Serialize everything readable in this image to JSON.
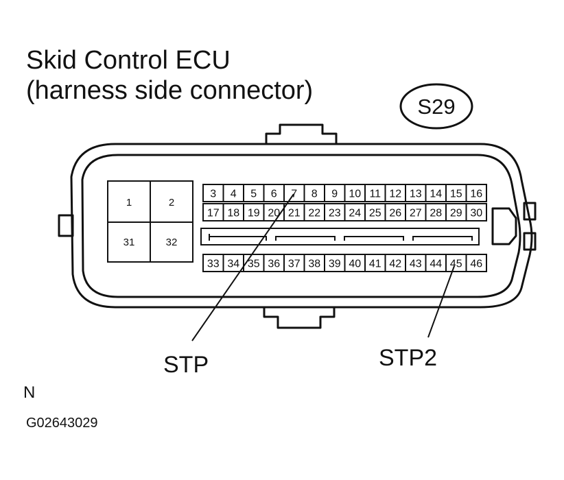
{
  "title": {
    "line1": "Skid Control ECU",
    "line2": "(harness side connector)"
  },
  "connector_code": "S29",
  "large_pins": [
    "1",
    "2",
    "31",
    "32"
  ],
  "pin_row_top": [
    "3",
    "4",
    "5",
    "6",
    "7",
    "8",
    "9",
    "10",
    "11",
    "12",
    "13",
    "14",
    "15",
    "16"
  ],
  "pin_row_middle": [
    "17",
    "18",
    "19",
    "20",
    "21",
    "22",
    "23",
    "24",
    "25",
    "26",
    "27",
    "28",
    "29",
    "30"
  ],
  "pin_row_bottom": [
    "33",
    "34",
    "35",
    "36",
    "37",
    "38",
    "39",
    "40",
    "41",
    "42",
    "43",
    "44",
    "45",
    "46"
  ],
  "callouts": [
    {
      "label": "STP",
      "pin": "7"
    },
    {
      "label": "STP2",
      "pin": "45"
    }
  ],
  "corner_letter": "N",
  "figure_id": "G02643029"
}
